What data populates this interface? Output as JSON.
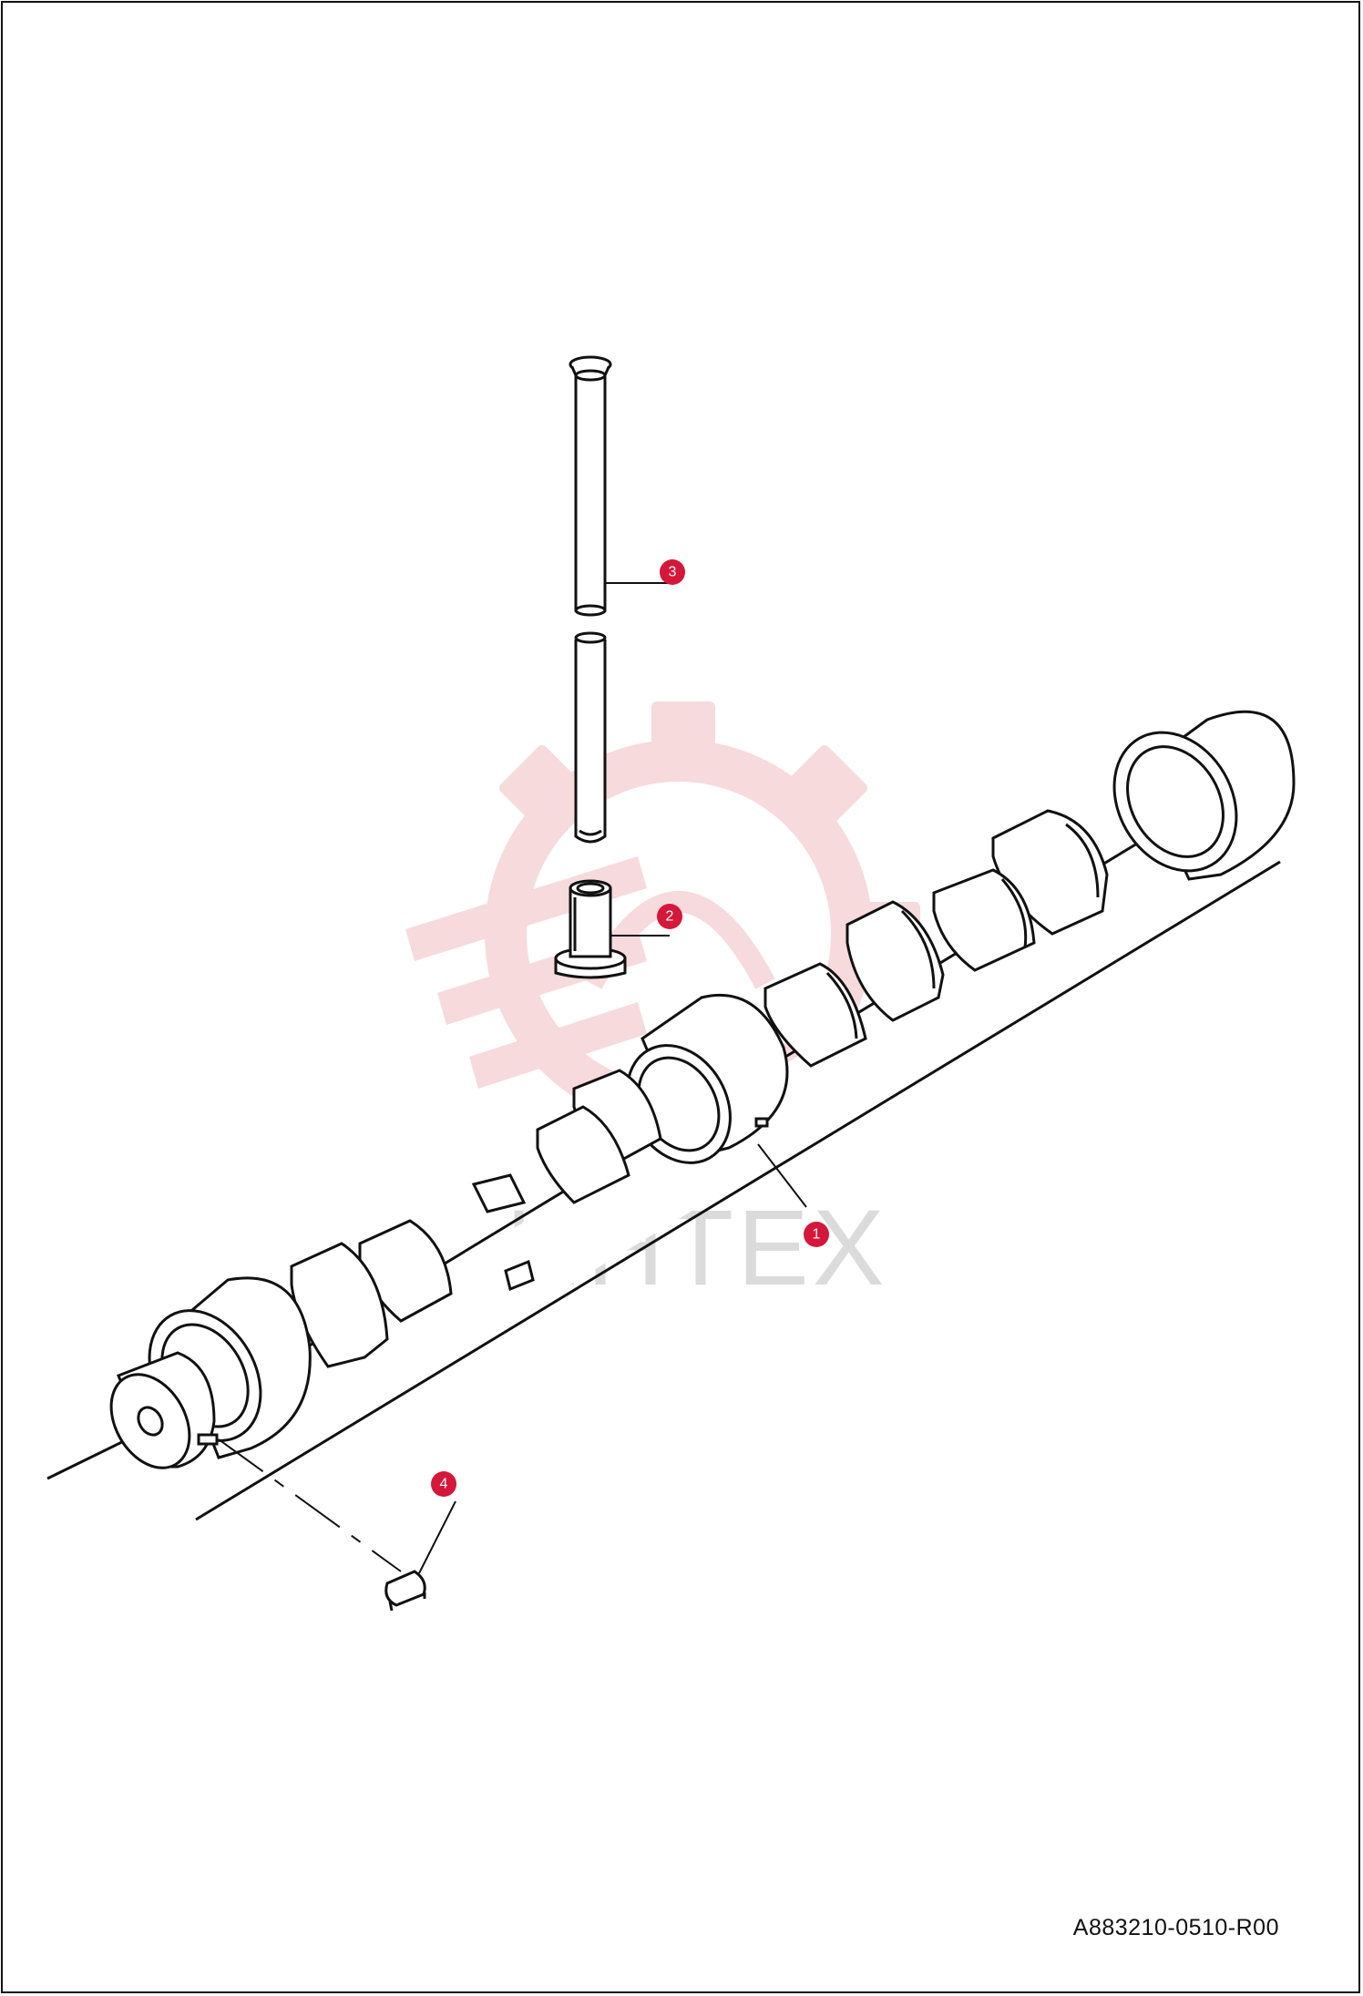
{
  "watermark": {
    "text": "ИНТЕХ",
    "gear_color": "#f3c2c5"
  },
  "callouts": [
    {
      "number": "1",
      "part": "camshaft"
    },
    {
      "number": "2",
      "part": "valve-lifter"
    },
    {
      "number": "3",
      "part": "push-rod"
    },
    {
      "number": "4",
      "part": "woodruff-key"
    }
  ],
  "callout_color": "#d5173a",
  "drawing_code": "A883210-0510-R00"
}
